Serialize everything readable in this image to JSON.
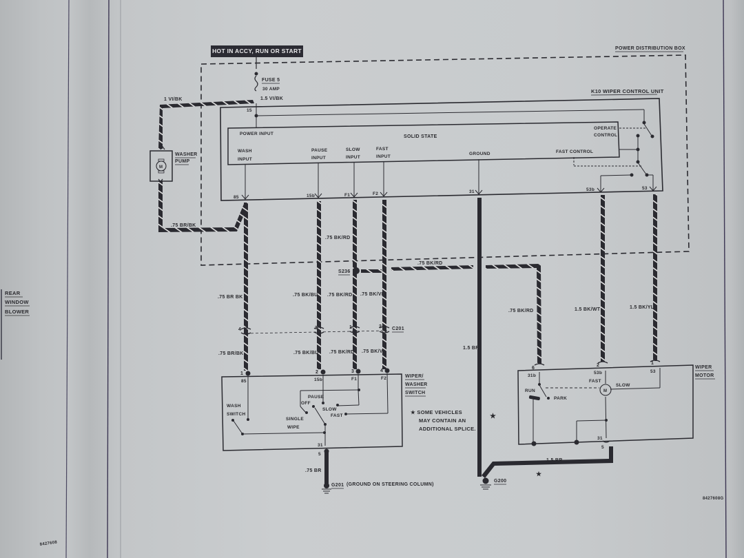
{
  "page": {
    "left_page_labels": [
      "REAR",
      "WINDOW",
      "BLOWER"
    ],
    "left_page_code": "8427608",
    "right_page_code": "8427608G"
  },
  "diagram": {
    "power_banner": "HOT IN ACCY, RUN OR START",
    "power_distribution_box": "POWER DISTRIBUTION BOX",
    "fuse": {
      "name": "FUSE 5",
      "rating": "30 AMP",
      "out_wire": "1.5 VI/BK",
      "pin": "15"
    },
    "washer_pump": {
      "label_1": "WASHER",
      "label_2": "PUMP",
      "motor": "M",
      "wire_in": "1 VI/BK",
      "wire_out": ".75 BR/BK"
    },
    "control_unit": {
      "name": "K10 WIPER CONTROL UNIT",
      "solid_state": "SOLID STATE",
      "power_input": "POWER INPUT",
      "operate_control": [
        "OPERATE",
        "CONTROL"
      ],
      "fast_control": "FAST CONTROL",
      "inputs": [
        {
          "l1": "WASH",
          "l2": "INPUT",
          "pin": "85"
        },
        {
          "l1": "PAUSE",
          "l2": "INPUT",
          "pin": "15b"
        },
        {
          "l1": "SLOW",
          "l2": "INPUT",
          "pin": "F1"
        },
        {
          "l1": "FAST",
          "l2": "INPUT",
          "pin": "F2"
        },
        {
          "l1": "GROUND",
          "l2": "",
          "pin": "31"
        }
      ],
      "output_pins": [
        "53b",
        "53"
      ]
    },
    "splice": {
      "name": "S236",
      "wire": ".75 BK/RD"
    },
    "connector": {
      "name": "C201",
      "pins": [
        "4",
        "3",
        "1",
        "2"
      ]
    },
    "wires_upper": [
      ".75 BR BK",
      ".75 BK/BU",
      ".75 BK/RD",
      ".75 BK/VI",
      ".75 BK/RD"
    ],
    "wires_lower": [
      ".75 BR/BK",
      ".75 BK/BU",
      ".75 BK/RD",
      ".75 BK/VI"
    ],
    "wires_motor": [
      ".75 BK/RD",
      "1.5 BK/WT",
      "1.5 BK/YL"
    ],
    "ground_wire": "1.5 BR",
    "wiper_switch": {
      "name": [
        "WIPER/",
        "WASHER",
        "SWITCH"
      ],
      "pins_top": [
        "1",
        "2",
        "3",
        "4"
      ],
      "pins_inner": [
        "85",
        "15b",
        "F1",
        "F2"
      ],
      "wash_switch": [
        "WASH",
        "SWITCH"
      ],
      "positions": [
        "PAUSE",
        "OFF",
        "SLOW",
        "FAST",
        "SINGLE",
        "WIPE"
      ],
      "ground_pin_inner": "31",
      "ground_pin_outer": "5",
      "ground_wire": ".75 BR",
      "ground": "G201",
      "ground_desc": "(GROUND ON STEERING COLUMN)"
    },
    "note": [
      "★ SOME VEHICLES",
      "MAY CONTAIN AN",
      "ADDITIONAL SPLICE."
    ],
    "wiper_motor": {
      "name": [
        "WIPER",
        "MOTOR"
      ],
      "pins_top": [
        "6",
        "2",
        "1"
      ],
      "pins_inner": [
        "31b",
        "53b",
        "53"
      ],
      "run": "RUN",
      "park": "PARK",
      "fast": "FAST",
      "slow": "SLOW",
      "motor": "M",
      "ground_pin_inner": "31",
      "ground_pin_outer": "5",
      "ground_wire": "1.5 BR",
      "ground": "G200"
    }
  }
}
